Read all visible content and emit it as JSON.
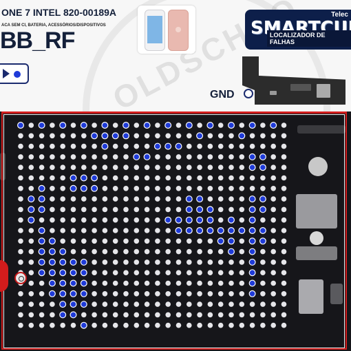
{
  "header": {
    "title": "ONE 7 INTEL 820-00189A",
    "subtitle": "ACA SEM CI, BATERIA, ACESSÓRIOS/DISPOSITIVOS",
    "net_name": "BB_RF"
  },
  "brand": {
    "small": "Telec",
    "main": "SMARTCUR",
    "tagline": "LOCALIZADOR DE FALHAS"
  },
  "gnd": {
    "label": "GND"
  },
  "icons": [
    "phone-image",
    "play-icon",
    "dot-icon",
    "gnd-marker-icon",
    "test-point-marker-icon"
  ],
  "colors": {
    "accent_blue": "#1f3bd8",
    "frame_red": "#d21c1c",
    "dark_navy": "#14203a",
    "pad_white": "#e6e6ea"
  },
  "bga": {
    "cols": 26,
    "rows": 20,
    "highlighted": [
      [
        0,
        0
      ],
      [
        0,
        2
      ],
      [
        0,
        4
      ],
      [
        0,
        6
      ],
      [
        0,
        8
      ],
      [
        0,
        10
      ],
      [
        0,
        12
      ],
      [
        0,
        14
      ],
      [
        0,
        16
      ],
      [
        0,
        18
      ],
      [
        0,
        20
      ],
      [
        0,
        22
      ],
      [
        0,
        24
      ],
      [
        1,
        7
      ],
      [
        1,
        8
      ],
      [
        1,
        9
      ],
      [
        1,
        10
      ],
      [
        1,
        17
      ],
      [
        1,
        21
      ],
      [
        2,
        8
      ],
      [
        2,
        13
      ],
      [
        2,
        14
      ],
      [
        2,
        15
      ],
      [
        3,
        11
      ],
      [
        3,
        12
      ],
      [
        3,
        22
      ],
      [
        3,
        23
      ],
      [
        4,
        22
      ],
      [
        4,
        23
      ],
      [
        5,
        5
      ],
      [
        5,
        6
      ],
      [
        5,
        7
      ],
      [
        6,
        2
      ],
      [
        6,
        5
      ],
      [
        6,
        6
      ],
      [
        6,
        7
      ],
      [
        7,
        1
      ],
      [
        7,
        2
      ],
      [
        7,
        16
      ],
      [
        7,
        17
      ],
      [
        7,
        22
      ],
      [
        7,
        23
      ],
      [
        8,
        1
      ],
      [
        8,
        2
      ],
      [
        8,
        16
      ],
      [
        8,
        17
      ],
      [
        8,
        18
      ],
      [
        8,
        22
      ],
      [
        8,
        23
      ],
      [
        9,
        1
      ],
      [
        9,
        14
      ],
      [
        9,
        15
      ],
      [
        9,
        16
      ],
      [
        9,
        17
      ],
      [
        9,
        18
      ],
      [
        9,
        20
      ],
      [
        9,
        22
      ],
      [
        10,
        2
      ],
      [
        10,
        15
      ],
      [
        10,
        16
      ],
      [
        10,
        17
      ],
      [
        10,
        18
      ],
      [
        10,
        19
      ],
      [
        10,
        20
      ],
      [
        10,
        21
      ],
      [
        10,
        22
      ],
      [
        10,
        23
      ],
      [
        11,
        2
      ],
      [
        11,
        3
      ],
      [
        11,
        19
      ],
      [
        11,
        20
      ],
      [
        11,
        22
      ],
      [
        11,
        23
      ],
      [
        12,
        2
      ],
      [
        12,
        3
      ],
      [
        12,
        4
      ],
      [
        12,
        20
      ],
      [
        12,
        22
      ],
      [
        13,
        2
      ],
      [
        13,
        3
      ],
      [
        13,
        4
      ],
      [
        13,
        5
      ],
      [
        13,
        6
      ],
      [
        13,
        22
      ],
      [
        14,
        2
      ],
      [
        14,
        3
      ],
      [
        14,
        4
      ],
      [
        14,
        5
      ],
      [
        14,
        6
      ],
      [
        14,
        22
      ],
      [
        15,
        3
      ],
      [
        15,
        4
      ],
      [
        15,
        5
      ],
      [
        15,
        6
      ],
      [
        15,
        22
      ],
      [
        16,
        3
      ],
      [
        16,
        4
      ],
      [
        16,
        5
      ],
      [
        16,
        6
      ],
      [
        16,
        22
      ],
      [
        17,
        4
      ],
      [
        17,
        5
      ],
      [
        17,
        6
      ],
      [
        18,
        4
      ],
      [
        18,
        5
      ],
      [
        19,
        6
      ]
    ]
  }
}
